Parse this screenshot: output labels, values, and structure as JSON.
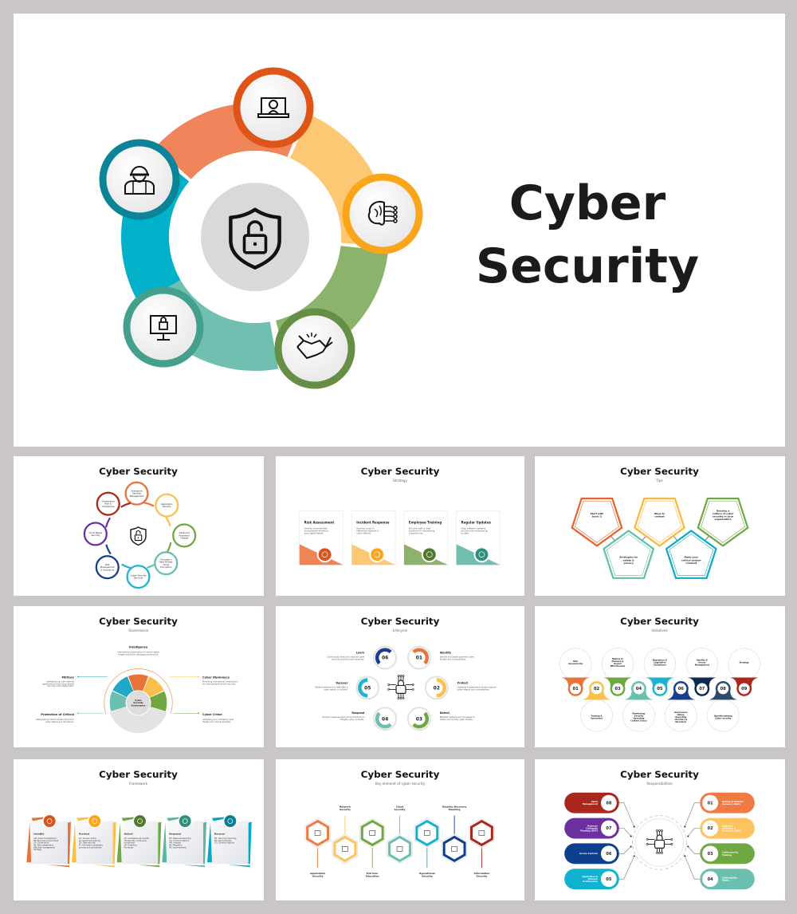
{
  "hero": {
    "title_line1": "Cyber",
    "title_line2": "Security",
    "center_icon": "shield-unlock-icon",
    "segments": [
      {
        "icon": "laptop-hacker-icon",
        "segment_color": "#f0845a",
        "ring_color": "#df5518"
      },
      {
        "icon": "brain-circuit-icon",
        "segment_color": "#fdc873",
        "ring_color": "#fba61a"
      },
      {
        "icon": "handshake-icon",
        "segment_color": "#8cb36b",
        "ring_color": "#668f45"
      },
      {
        "icon": "monitor-lock-icon",
        "segment_color": "#70bfb0",
        "ring_color": "#43a08d"
      },
      {
        "icon": "soldier-icon",
        "segment_color": "#00b1c9",
        "ring_color": "#0b8499"
      }
    ]
  },
  "thumbnails": {
    "wheel": {
      "title": "Cyber Security",
      "items": [
        {
          "label": [
            "Enterprise",
            "Security",
            "Management"
          ],
          "color": "#e8743b"
        },
        {
          "label": [
            "Application",
            "Security"
          ],
          "color": "#fbbf4c"
        },
        {
          "label": [
            "Advanced",
            "Persistent",
            "Threats"
          ],
          "color": "#6fa843"
        },
        {
          "label": [
            "Encryption",
            "Data At Rest,",
            "Cloud",
            "Encryption"
          ],
          "color": "#6bbfb0"
        },
        {
          "label": [
            "Cyber Security",
            "Services"
          ],
          "color": "#1fb3cf"
        },
        {
          "label": [
            "Risk",
            "Management",
            "& Assurance"
          ],
          "color": "#1a3e8c"
        },
        {
          "label": [
            "Cloud Based",
            "Security"
          ],
          "color": "#6b2fa0"
        },
        {
          "label": [
            "Governance",
            "Risk &",
            "Compliance"
          ],
          "color": "#a8281e"
        }
      ]
    },
    "strategy": {
      "title": "Cyber Security",
      "subtitle": "Strategy",
      "cards": [
        {
          "title": "Risk Assessment",
          "desc": [
            "Identify vulnerabilities",
            "and potential threats to",
            "your digital assets."
          ],
          "color": "#ef8454",
          "icon_color": "#d9531e"
        },
        {
          "title": "Incident Response",
          "desc": [
            "Develop a plan to",
            "effectively respond to",
            "cyber attacks."
          ],
          "color": "#fdc873",
          "icon_color": "#fba61a"
        },
        {
          "title": "Employee Training",
          "desc": [
            "Educate staff on best",
            "practices for maintaining",
            "cybersecurity."
          ],
          "color": "#8cb36b",
          "icon_color": "#4f7a2c"
        },
        {
          "title": "Regular Updates",
          "desc": [
            "Keep software, systems,",
            "and security measures up",
            "to date."
          ],
          "color": "#70bfb0",
          "icon_color": "#2f8f7d"
        }
      ]
    },
    "tips": {
      "title": "Cyber Security",
      "subtitle": "Tips",
      "items": [
        {
          "label": [
            "Start with",
            "basic G"
          ],
          "color": "#e8602c"
        },
        {
          "label": [
            "Ways to",
            "combat"
          ],
          "color": "#fbb63c"
        },
        {
          "label": [
            "Develop a",
            "culture of cyber",
            "security in your",
            "organization"
          ],
          "color": "#6fa843"
        },
        {
          "label": [
            "Strategies for",
            "safety &",
            "privacy"
          ],
          "color": "#5fbfa8"
        },
        {
          "label": [
            "Make your",
            "critical system",
            "resilient"
          ],
          "color": "#0aa9c9"
        }
      ]
    },
    "governance": {
      "title": "Cyber Security",
      "subtitle": "Governance",
      "center": [
        "Cyber",
        "Security",
        "Governance"
      ],
      "items": [
        {
          "title": "Intelligence",
          "desc": [
            "International collaboration for secure digital",
            "infrastructure and cyberspace governance."
          ],
          "color": "#e8743b"
        },
        {
          "title": "Military",
          "desc": [
            "Strengthening cyber defense",
            "capabilities and ensuring national",
            "security in the digital realm."
          ],
          "color": "#1fa9c6"
        },
        {
          "title": "Protection of Critical",
          "desc": [
            "Safeguarding critical infrastructure from",
            "cyber attacks and disruptions."
          ],
          "color": "#6bbfb0"
        },
        {
          "title": "Cyber Diplomacy",
          "desc": [
            "Promoting international collaboration",
            "for cyber governance and security."
          ],
          "color": "#fbbf4c"
        },
        {
          "title": "Cyber Crime",
          "desc": [
            "Addressing and combating cyber",
            "threats and criminal activities."
          ],
          "color": "#6fa843"
        }
      ]
    },
    "lifecycle": {
      "title": "Cyber Security",
      "subtitle": "Lifecycle",
      "steps": [
        {
          "num": "01",
          "title": "Identify",
          "desc": [
            "Identify and assess potential cyber",
            "threats and vulnerabilities."
          ],
          "color": "#e8743b"
        },
        {
          "num": "02",
          "title": "Protect",
          "desc": [
            "Implement measures to protect against",
            "cyber attacks and vulnerabilities."
          ],
          "color": "#fbbf4c"
        },
        {
          "num": "03",
          "title": "Detect",
          "desc": [
            "Establish systems and processes to",
            "detect and monitor cyber threats."
          ],
          "color": "#6fa843"
        },
        {
          "num": "04",
          "title": "Respond",
          "desc": [
            "Develop response plans and procedures to",
            "mitigate cyber incidents."
          ],
          "color": "#6bbfb0"
        },
        {
          "num": "05",
          "title": "Recover",
          "desc": [
            "Restore systems and data after a",
            "cyber attack or incident."
          ],
          "color": "#1fb3cf"
        },
        {
          "num": "06",
          "title": "Learn",
          "desc": [
            "Continuously learn and improve cyber",
            "security practices and measures."
          ],
          "color": "#1a3e8c"
        }
      ]
    },
    "initiatives": {
      "title": "Cyber Security",
      "subtitle": "Initiatives",
      "items": [
        {
          "num": "01",
          "label": [
            "Risk",
            "Assessments"
          ],
          "color": "#e8743b"
        },
        {
          "num": "02",
          "label": [
            "Training &",
            "Awareness"
          ],
          "color": "#fbbf4c"
        },
        {
          "num": "03",
          "label": [
            "Metrics to",
            "Measure &",
            "Report",
            "Effectiveness"
          ],
          "color": "#6fa843"
        },
        {
          "num": "04",
          "label": [
            "Monitoring/",
            "Security",
            "Operating",
            "Centers (Socs)"
          ],
          "color": "#6bbfb0"
        },
        {
          "num": "05",
          "label": [
            "Regulatory &",
            "Legislative",
            "Compliance"
          ],
          "color": "#1fb3cf"
        },
        {
          "num": "06",
          "label": [
            "Governance",
            "(Roles,",
            "Reporting",
            "structure &",
            "Directors)"
          ],
          "color": "#1a3e8c"
        },
        {
          "num": "07",
          "label": [
            "Identity &",
            "Access",
            "Management"
          ],
          "color": "#0d2a55"
        },
        {
          "num": "08",
          "label": [
            "Operationalizing",
            "Cyber security"
          ],
          "color": "#2c4a6e"
        },
        {
          "num": "09",
          "label": [
            "Strategy"
          ],
          "color": "#a8281e"
        }
      ]
    },
    "framework": {
      "title": "Cyber Security",
      "subtitle": "Framework",
      "cards": [
        {
          "title": "Identify",
          "lines": [
            "AM: Asset management",
            "BE: Business environment",
            "GV: Governance",
            "RA: Risk assessment",
            "RM: Risk management",
            "strategy"
          ],
          "color": "#e8743b",
          "icon_color": "#d9531e"
        },
        {
          "title": "Product",
          "lines": [
            "AC: Access control",
            "AT: Awareness training",
            "DS: Data security",
            "IP: Information protection",
            "process and procedures"
          ],
          "color": "#fbbf4c",
          "icon_color": "#fba61a"
        },
        {
          "title": "Detect",
          "lines": [
            "AE: Anomalies and events",
            "CM:Security continuous",
            "monitoring",
            "DP: Detection",
            "Processes"
          ],
          "color": "#6fa843",
          "icon_color": "#4f7a2c"
        },
        {
          "title": "Respond",
          "lines": [
            "RP: Response planning",
            "CO: Communications",
            "AN: Analysis",
            "MI: Mitigation",
            "IM: Improvements"
          ],
          "color": "#5fb3a0",
          "icon_color": "#2f8f7d"
        },
        {
          "title": "Recover",
          "lines": [
            "RP : Recovery planning",
            "IM: Improvements",
            "CO: Communications"
          ],
          "color": "#00a9c6",
          "icon_color": "#0b7d94"
        }
      ]
    },
    "key_elements": {
      "title": "Cyber Security",
      "subtitle": "Key element of cyber security",
      "items": [
        {
          "label": [
            "Application",
            "Security"
          ],
          "color": "#ef7a44"
        },
        {
          "label": [
            "Network",
            "Security"
          ],
          "color": "#fdc35e"
        },
        {
          "label": [
            "End User",
            "Education"
          ],
          "color": "#6fa843"
        },
        {
          "label": [
            "Cloud",
            "Security"
          ],
          "color": "#6bbfb0"
        },
        {
          "label": [
            "Operational",
            "Security"
          ],
          "color": "#10b3cf"
        },
        {
          "label": [
            "Disaster Recovery",
            "Planning"
          ],
          "color": "#0d3f8f"
        },
        {
          "label": [
            "Information",
            "Security"
          ],
          "color": "#a8281e"
        }
      ]
    },
    "responsibilities": {
      "title": "Cyber Security",
      "subtitle": "Responsibilities",
      "left": [
        {
          "num": "08",
          "label": [
            "Patch",
            "Management"
          ],
          "color": "#a8281e"
        },
        {
          "num": "07",
          "label": [
            "Business",
            "Continuity",
            "Planning (BCP)"
          ],
          "color": "#6b2fa0"
        },
        {
          "num": "06",
          "label": [
            "Access Controls"
          ],
          "color": "#0d3f8f"
        },
        {
          "num": "05",
          "label": [
            "Application &",
            "Network",
            "Performance"
          ],
          "color": "#10b3cf"
        }
      ],
      "right": [
        {
          "num": "01",
          "label": [
            "Backup & Disaster",
            "Recovery (BDR)"
          ],
          "color": "#ef7a44"
        },
        {
          "num": "02",
          "label": [
            "Endpoint",
            "Detection &",
            "Response (EDR)"
          ],
          "color": "#fdc35e"
        },
        {
          "num": "03",
          "label": [
            "Cybersecurity",
            "Training"
          ],
          "color": "#6fa843"
        },
        {
          "num": "04",
          "label": [
            "Vulnerability",
            "Mgmt."
          ],
          "color": "#6bbfb0"
        }
      ]
    }
  }
}
